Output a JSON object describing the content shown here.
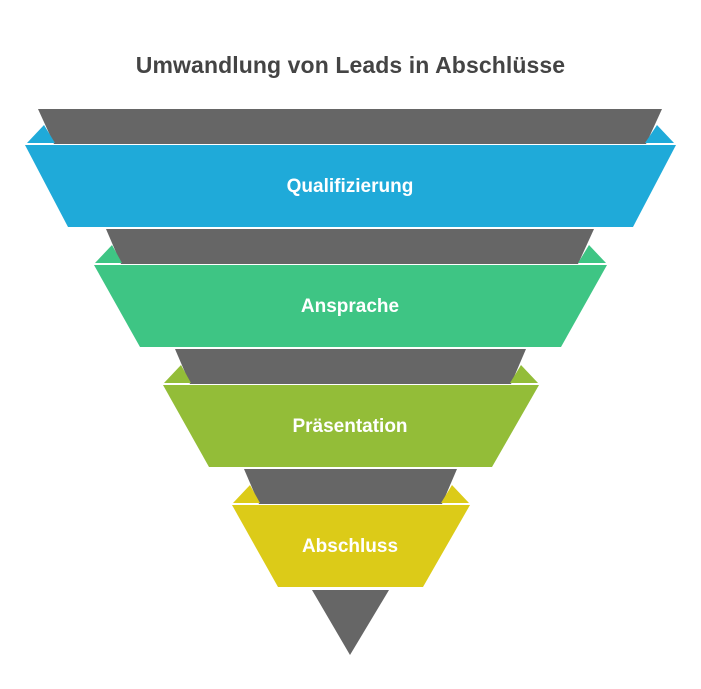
{
  "diagram": {
    "title": "Umwandlung von Leads in Abschlüsse",
    "tip_color": "#666666",
    "stages": [
      {
        "label": "Qualifizierung",
        "color": "#1faad9",
        "shadow": "#666666"
      },
      {
        "label": "Ansprache",
        "color": "#3ec584",
        "shadow": "#666666"
      },
      {
        "label": "Präsentation",
        "color": "#93bd38",
        "shadow": "#666666"
      },
      {
        "label": "Abschluss",
        "color": "#dccb18",
        "shadow": "#666666"
      }
    ]
  }
}
